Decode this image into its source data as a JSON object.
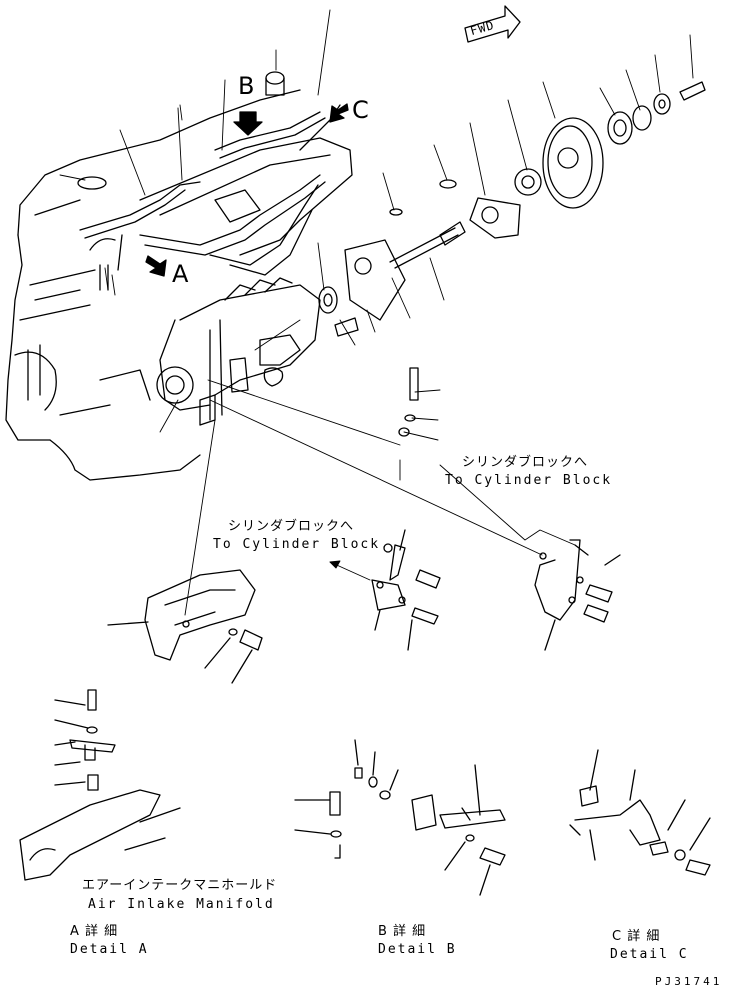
{
  "markers": {
    "fwd": "FWD",
    "a": "A",
    "b": "B",
    "c": "C"
  },
  "callouts": {
    "to_cyl_jp_1": "シリンダブロックへ",
    "to_cyl_en_1": "To Cylinder Block",
    "to_cyl_jp_2": "シリンダブロックへ",
    "to_cyl_en_2": "To Cylinder Block",
    "manifold_jp": "エアーインテークマニホールド",
    "manifold_en": "Air Inlake Manifold"
  },
  "details": {
    "a_jp": "A 詳 細",
    "a_en": "Detail A",
    "b_jp": "B 詳 細",
    "b_en": "Detail B",
    "c_jp": "C 詳 細",
    "c_en": "Detail C"
  },
  "drawing_code": "PJ31741",
  "colors": {
    "ink": "#000000",
    "paper": "#ffffff"
  }
}
